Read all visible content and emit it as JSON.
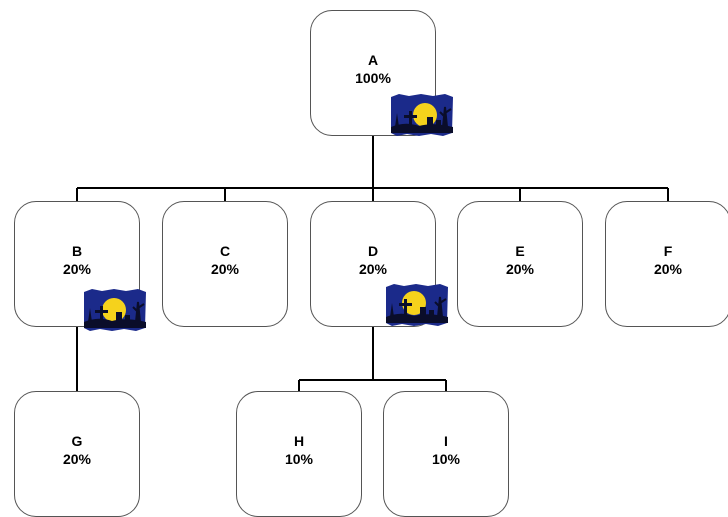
{
  "nodes": {
    "A": {
      "label": "A",
      "value": "100%"
    },
    "B": {
      "label": "B",
      "value": "20%"
    },
    "C": {
      "label": "C",
      "value": "20%"
    },
    "D": {
      "label": "D",
      "value": "20%"
    },
    "E": {
      "label": "E",
      "value": "20%"
    },
    "F": {
      "label": "F",
      "value": "20%"
    },
    "G": {
      "label": "G",
      "value": "20%"
    },
    "H": {
      "label": "H",
      "value": "10%"
    },
    "I": {
      "label": "I",
      "value": "10%"
    }
  },
  "badge_icon": "graveyard-moon-icon",
  "badged_nodes": [
    "A",
    "B",
    "D"
  ],
  "colors": {
    "connector": "#000000",
    "node_border": "#555555",
    "badge_sky": "#1b2a8a",
    "badge_moon": "#f5d21c"
  }
}
